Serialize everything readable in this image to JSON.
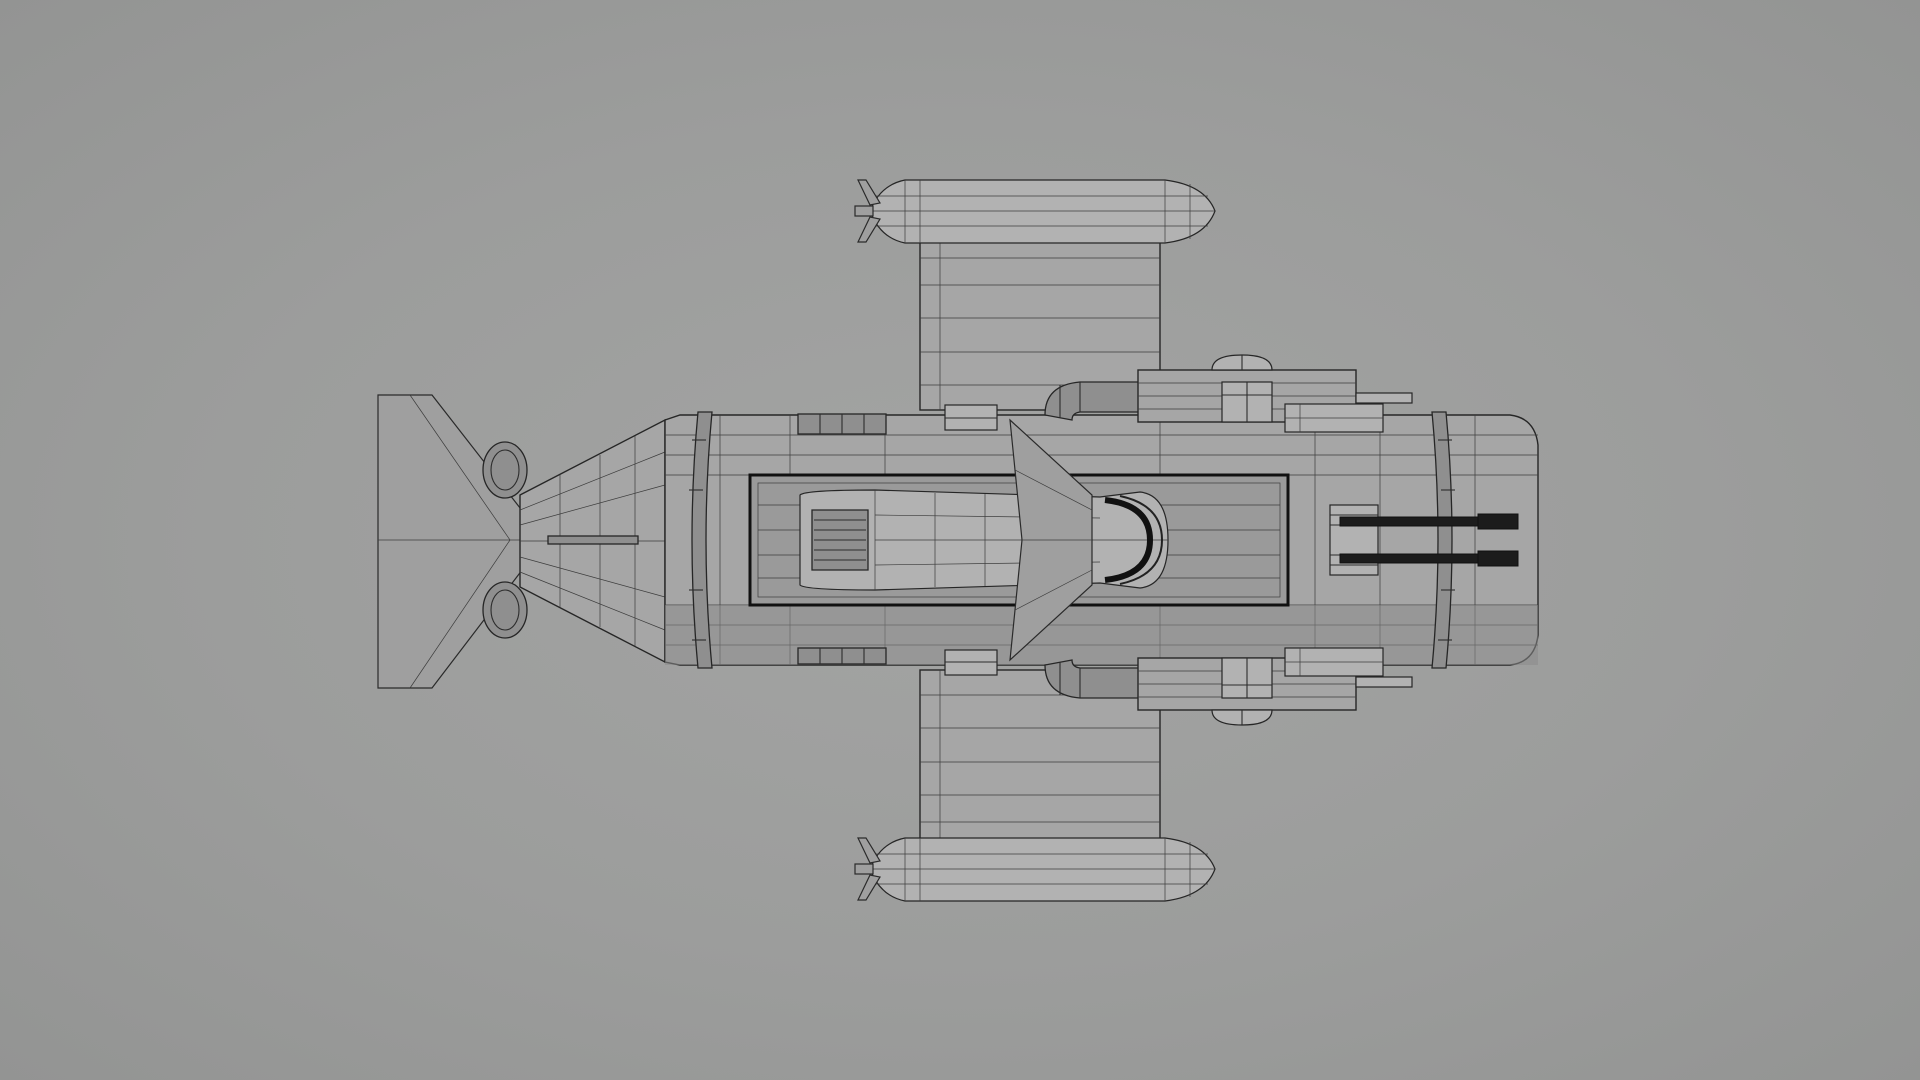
{
  "scene": {
    "view": "top",
    "render_style": "wireframe-on-shaded",
    "background_color": "#9e9f9e",
    "model_color": "#a6a6a6",
    "wire_color": "#2a2a2a",
    "subject": "spaceship-gunship"
  }
}
